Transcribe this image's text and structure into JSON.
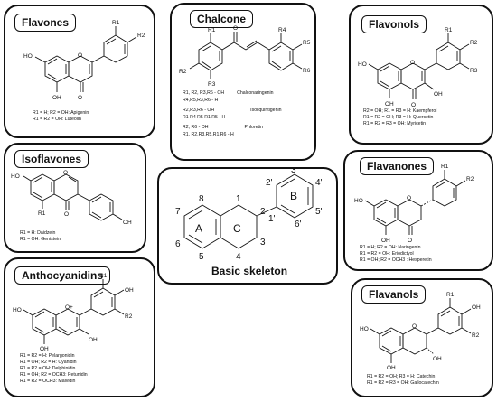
{
  "panels": {
    "flavones": {
      "title": "Flavones",
      "substituents": [
        "R1",
        "R2"
      ],
      "atoms": {
        "ho1": "HO",
        "oh1": "OH",
        "o_ring": "O",
        "o_carbonyl": "O"
      },
      "captions": [
        "R1 = H; R2 = OH: Apigenin",
        "R1 = R2 = OH: Luteolin"
      ]
    },
    "chalcone": {
      "title": "Chalcone",
      "substituents": [
        "R1",
        "R2",
        "R3",
        "R4",
        "R5",
        "R6"
      ],
      "atoms": {
        "o": "O"
      },
      "captions": [
        {
          "left": "R1, R2, R3,R6 - OH",
          "right": "Chalconaringenin"
        },
        {
          "left": "R4,R5,R3,R6 - H",
          "right": ""
        },
        {
          "left": "R2,R3,R6 - OH",
          "right": "Isoliquiritigenin"
        },
        {
          "left": "R1  R4  R5  R1  R5 - H",
          "right": ""
        },
        {
          "left": "R2, R6 - OH",
          "right": "Phloretin"
        },
        {
          "left": "R1, R2,R3,R5,R1,R6 - H",
          "right": ""
        }
      ]
    },
    "flavonols": {
      "title": "Flavonols",
      "substituents": [
        "R1",
        "R2",
        "R3"
      ],
      "atoms": {
        "ho1": "HO",
        "oh1": "OH",
        "oh2": "OH",
        "o_ring": "O",
        "o_carbonyl": "O"
      },
      "captions": [
        "R2 = OH; R1 = R3 = H: Kaempferol",
        "R1 = R2 = OH; R3 = H: Quercetin",
        "R1 = R2 = R3 = OH: Myricetin"
      ]
    },
    "isoflavones": {
      "title": "Isoflavones",
      "substituents": [
        "R1"
      ],
      "atoms": {
        "ho1": "HO",
        "oh1": "OH",
        "o_ring": "O",
        "o_carbonyl": "O"
      },
      "captions": [
        "R1 = H: Daidzein",
        "R1 = OH: Genistein"
      ]
    },
    "basic_skeleton": {
      "title": "Basic skeleton",
      "ring_labels": {
        "a": "A",
        "b": "B",
        "c": "C"
      },
      "positions": {
        "p1": "1",
        "p2": "2",
        "p3": "3",
        "p4": "4",
        "p5": "5",
        "p6": "6",
        "p7": "7",
        "p8": "8",
        "p2p": "2'",
        "p3p": "3'",
        "p4p": "4'",
        "p5p": "5'",
        "p6p": "6'",
        "p1p": "1'"
      }
    },
    "flavanones": {
      "title": "Flavanones",
      "substituents": [
        "R1",
        "R2"
      ],
      "atoms": {
        "ho1": "HO",
        "oh1": "OH",
        "o_ring": "O",
        "o_carbonyl": "O"
      },
      "captions": [
        "R1 = H; R2 = OH: Naringenin",
        "R1 = R2 = OH: Eriodictyol",
        "R1 = OH; R2 = OCH3 : Hesperetin"
      ]
    },
    "anthocyanidins": {
      "title": "Anthocyanidins",
      "substituents": [
        "R1",
        "R2"
      ],
      "atoms": {
        "ho1": "HO",
        "oh1": "OH",
        "oh2": "OH",
        "oh3": "OH",
        "o_plus": "O+"
      },
      "captions": [
        "R1 = R2 = H: Pelargonidin",
        "R1 = OH; R2 = H: Cyanidin",
        "R1 = R2 = OH: Delphinidin",
        "R1 = OH; R2 = OCH3: Petunidin",
        "R1 = R2 = OCH3: Malvidin"
      ]
    },
    "flavanols": {
      "title": "Flavanols",
      "substituents": [
        "R1",
        "R2"
      ],
      "atoms": {
        "ho1": "HO",
        "oh1": "OH",
        "oh2": "OH",
        "oh3": "OH",
        "o_ring": "O"
      },
      "captions": [
        "R1 = R2 = OH; R3 = H: Catechin",
        "R1 = R2 = R3 = OH: Gallocatechin"
      ]
    }
  }
}
